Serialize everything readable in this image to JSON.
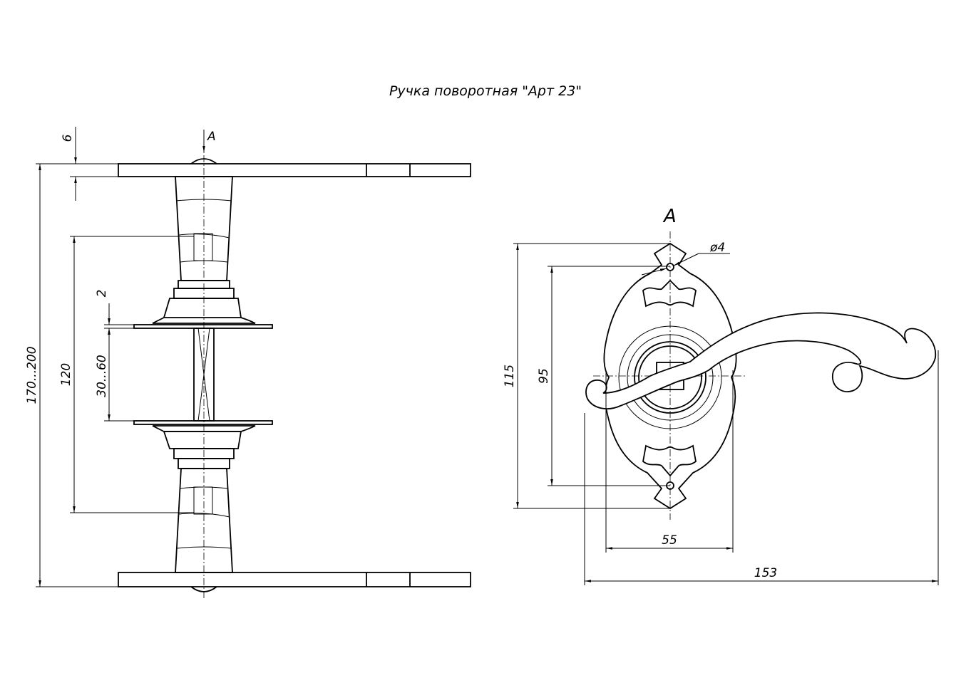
{
  "title": "Ручка поворотная \"Арт 23\"",
  "views": {
    "side": {
      "section_label": "A",
      "dims": {
        "plate_thickness": "6",
        "total_length": "170...200",
        "grip_distance": "120",
        "rosette_thickness": "2",
        "door_thickness": "30...60"
      }
    },
    "front": {
      "view_label": "A",
      "dims": {
        "hole_diameter": "ø4",
        "plate_height": "115",
        "hole_spacing": "95",
        "plate_width": "55",
        "handle_length": "153"
      }
    }
  }
}
